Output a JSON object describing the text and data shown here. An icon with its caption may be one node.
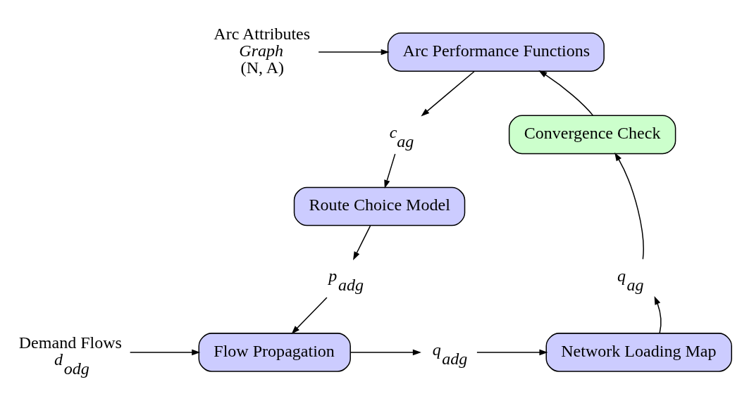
{
  "diagram": {
    "nodes": [
      {
        "text": [
          "Arc Attributes",
          "Graph",
          "(N, A)"
        ]
      },
      {
        "text": [
          "Arc Performance Functions"
        ]
      },
      {
        "text": [
          "c$_{ag}$"
        ]
      },
      {
        "text": [
          "Route Choice Model"
        ]
      },
      {
        "text": [
          "p$_{adg}$"
        ]
      },
      {
        "text": [
          "Demand Flows",
          "d$_{odg}$"
        ]
      },
      {
        "text": [
          "Flow Propagation"
        ]
      },
      {
        "text": [
          "q$_{adg}$"
        ]
      },
      {
        "text": [
          "Network Loading Map"
        ]
      },
      {
        "text": [
          "q$_{ag}$"
        ]
      },
      {
        "text": [
          "Convergence Check"
        ]
      }
    ],
    "edges": [
      {
        "from": 0,
        "to": 1,
        "arrow": "to"
      },
      {
        "from": 1,
        "to": 2,
        "arrow": "to"
      },
      {
        "from": 2,
        "to": 3,
        "arrow": "to"
      },
      {
        "from": 3,
        "to": 4,
        "arrow": "to"
      },
      {
        "from": 4,
        "to": 6,
        "arrow": "to"
      },
      {
        "from": 5,
        "to": 6,
        "arrow": "to"
      },
      {
        "from": 6,
        "to": 7,
        "arrow": "to"
      },
      {
        "from": 7,
        "to": 8,
        "arrow": "to"
      },
      {
        "from": 8,
        "to": 9,
        "arrow": "to"
      },
      {
        "from": 9,
        "to": 10,
        "arrow": "to"
      },
      {
        "from": 10,
        "to": 1,
        "arrow": "to"
      }
    ]
  }
}
